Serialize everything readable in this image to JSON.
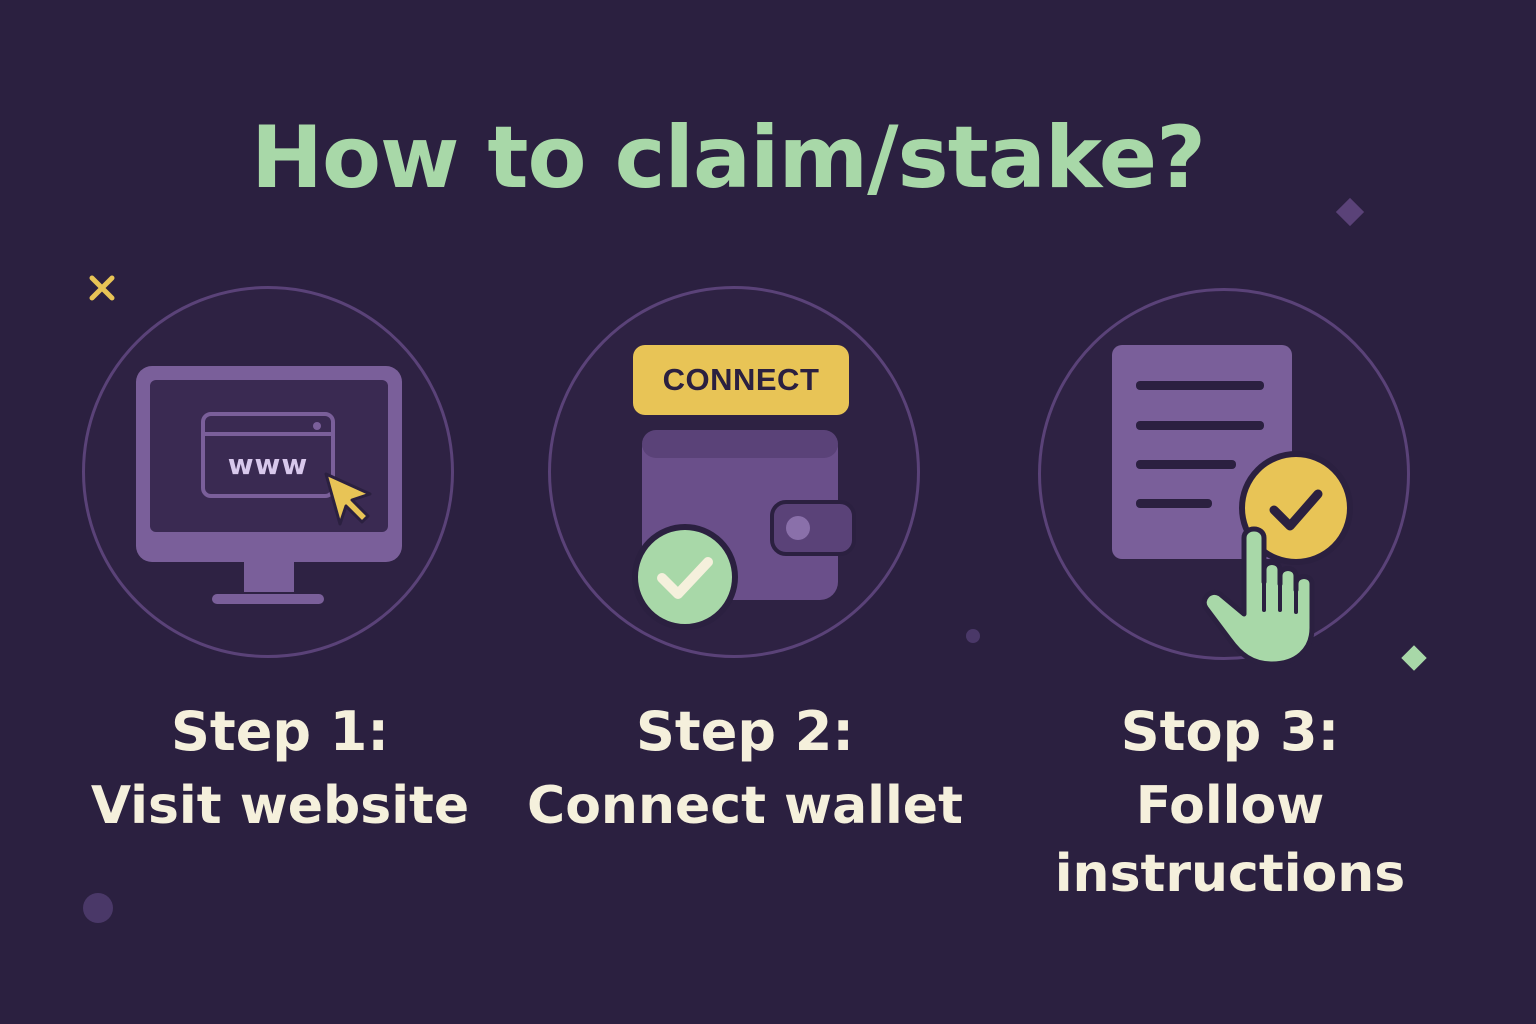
{
  "title": "How to claim/stake?",
  "steps": [
    {
      "label": "Step 1:",
      "description": "Visit website",
      "icon": "computer-monitor-icon",
      "browser_text": "www"
    },
    {
      "label": "Step 2:",
      "description": "Connect wallet",
      "icon": "wallet-icon",
      "button_label": "CONNECT"
    },
    {
      "label": "Stop 3:",
      "description_line1": "Follow",
      "description_line2": "instructions",
      "icon": "document-icon"
    }
  ],
  "colors": {
    "background": "#2b2040",
    "title": "#a8d8a8",
    "accent_yellow": "#e8c456",
    "accent_green": "#a8d8a8",
    "purple": "#7a5f9a",
    "text": "#f5f0dc"
  }
}
